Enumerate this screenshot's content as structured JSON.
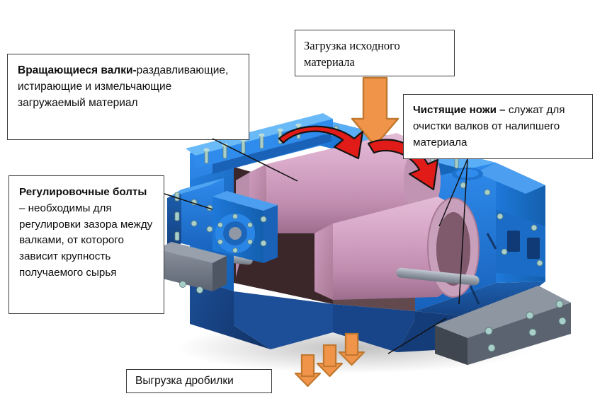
{
  "diagram": {
    "subject": "Двухвалковая дробилка — разрез",
    "background_color": "#ffffff"
  },
  "callouts": [
    {
      "id": "rollers",
      "heading": "Вращающиеся валки-",
      "body": "раздавливающие, истирающие и измельчающие загружаемый материал",
      "font": "sans"
    },
    {
      "id": "bolts",
      "heading": "Регулировочные болты",
      "body": " – необходимы для регулировки зазора между валками, от которого зависит крупность получаемого сырья",
      "font": "sans"
    },
    {
      "id": "feed",
      "heading": "",
      "body": "Загрузка исходного материала",
      "font": "serif"
    },
    {
      "id": "knives",
      "heading": "Чистящие ножи –",
      "body": " служат для очистки валков от налипшего материала",
      "font": "sans"
    },
    {
      "id": "discharge",
      "heading": "",
      "body": "Выгрузка дробилки",
      "font": "sans"
    }
  ],
  "arrows": {
    "feed_arrow": {
      "name": "feed-arrow-down",
      "count": 1,
      "direction": "down",
      "fill": "#f0944a",
      "stroke": "#c0782e"
    },
    "discharge_arrows": {
      "name": "discharge-arrows-down",
      "count": 3,
      "direction": "down",
      "fill": "#f0944a",
      "stroke": "#c0782e"
    },
    "rotation_arrows": {
      "name": "roller-rotation-arrows",
      "count": 2,
      "description": "встречное вращение валков",
      "fill": "#e01b18",
      "stroke": "#1a1a1a"
    }
  },
  "machine": {
    "name": "twin-roll-crusher",
    "housing_color": "#1f7fe0",
    "housing_dark_color": "#1b4f9c",
    "roller_color": "#d7a5c6",
    "roller_dark_color": "#b07fa0",
    "steel_color": "#6d7482",
    "bolt_color": "#8fb3ae",
    "shaft_color": "#9aa2ad",
    "parts": [
      "корпус",
      "валки",
      "вал",
      "подшипниковый узел",
      "регулировочные болты",
      "чистящие ножи",
      "загрузочная воронка",
      "разгрузочный лоток",
      "опорная рама"
    ]
  },
  "leaders": {
    "name": "leader-lines",
    "count": 5,
    "color": "#111111"
  }
}
